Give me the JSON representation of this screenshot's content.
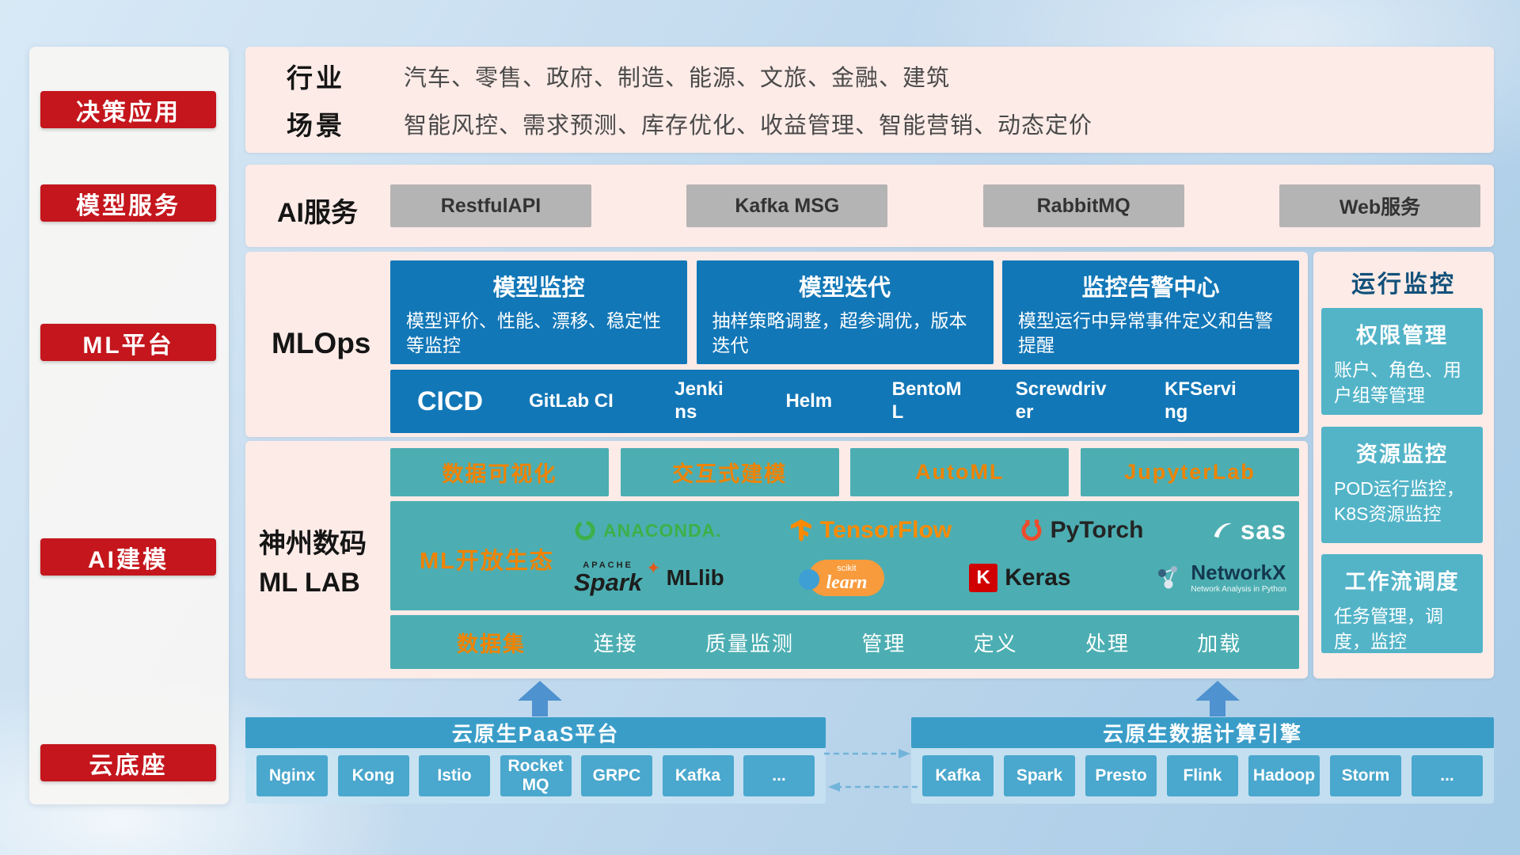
{
  "sidebar": {
    "items": [
      {
        "label": "决策应用"
      },
      {
        "label": "模型服务"
      },
      {
        "label": "ML平台"
      },
      {
        "label": "AI建模"
      },
      {
        "label": "云底座"
      }
    ]
  },
  "industry": {
    "row1_label": "行业",
    "row1_value": "汽车、零售、政府、制造、能源、文旅、金融、建筑",
    "row2_label": "场景",
    "row2_value": "智能风控、需求预测、库存优化、收益管理、智能营销、动态定价"
  },
  "ai_service": {
    "label": "AI服务",
    "items": [
      {
        "label": "RestfulAPI"
      },
      {
        "label": "Kafka MSG"
      },
      {
        "label": "RabbitMQ"
      },
      {
        "label": "Web服务"
      }
    ]
  },
  "mlops": {
    "label": "MLOps",
    "cards": [
      {
        "title": "模型监控",
        "desc": "模型评价、性能、漂移、稳定性等监控"
      },
      {
        "title": "模型迭代",
        "desc": "抽样策略调整，超参调优，版本迭代"
      },
      {
        "title": "监控告警中心",
        "desc": "模型运行中异常事件定义和告警提醒"
      }
    ],
    "cicd_label": "CICD",
    "cicd_tools": [
      {
        "label": "GitLab CI"
      },
      {
        "label": "Jenkins"
      },
      {
        "label": "Helm"
      },
      {
        "label": "BentoML"
      },
      {
        "label": "Screwdriver"
      },
      {
        "label": "KFServing"
      }
    ]
  },
  "mllab": {
    "label_line1": "神州数码",
    "label_line2": "ML LAB",
    "top_tools": [
      {
        "label": "数据可视化"
      },
      {
        "label": "交互式建模"
      },
      {
        "label": "AutoML"
      },
      {
        "label": "JupyterLab"
      }
    ],
    "eco_label": "ML开放生态",
    "logos": {
      "anaconda": "ANACONDA.",
      "tensorflow": "TensorFlow",
      "pytorch": "PyTorch",
      "sas": "sas",
      "apache": "APACHE",
      "spark": "Spark",
      "mllib": "MLlib",
      "scikit_top": "scikit",
      "scikit": "learn",
      "keras_k": "K",
      "keras": "Keras",
      "networkx": "NetworkX",
      "networkx_sub": "Network Analysis in Python"
    },
    "dataset_label": "数据集",
    "dataset_items": [
      {
        "label": "连接"
      },
      {
        "label": "质量监测"
      },
      {
        "label": "管理"
      },
      {
        "label": "定义"
      },
      {
        "label": "处理"
      },
      {
        "label": "加载"
      }
    ]
  },
  "monitor": {
    "title": "运行监控",
    "cards": [
      {
        "title": "权限管理",
        "desc": "账户、角色、用户组等管理"
      },
      {
        "title": "资源监控",
        "desc": "POD运行监控，K8S资源监控"
      },
      {
        "title": "工作流调度",
        "desc": "任务管理，调度，监控"
      }
    ]
  },
  "cloud": {
    "paas_title": "云原生PaaS平台",
    "paas_items": [
      {
        "label": "Nginx"
      },
      {
        "label": "Kong"
      },
      {
        "label": "Istio"
      },
      {
        "label": "RocketMQ"
      },
      {
        "label": "GRPC"
      },
      {
        "label": "Kafka"
      },
      {
        "label": "..."
      }
    ],
    "engine_title": "云原生数据计算引擎",
    "engine_items": [
      {
        "label": "Kafka"
      },
      {
        "label": "Spark"
      },
      {
        "label": "Presto"
      },
      {
        "label": "Flink"
      },
      {
        "label": "Hadoop"
      },
      {
        "label": "Storm"
      },
      {
        "label": "..."
      }
    ]
  },
  "colors": {
    "accent_red": "#c4161c",
    "panel_pink": "#fdebe7",
    "mlops_blue": "#1277b7",
    "lab_teal": "#4caeb2",
    "monitor_teal": "#53b4c8",
    "bar_blue": "#3a9dc8",
    "cloud_button_blue": "#4aa7cd",
    "highlight_orange": "#f08300",
    "gray_button": "#b5b4b4",
    "monitor_title_blue": "#11507a"
  }
}
